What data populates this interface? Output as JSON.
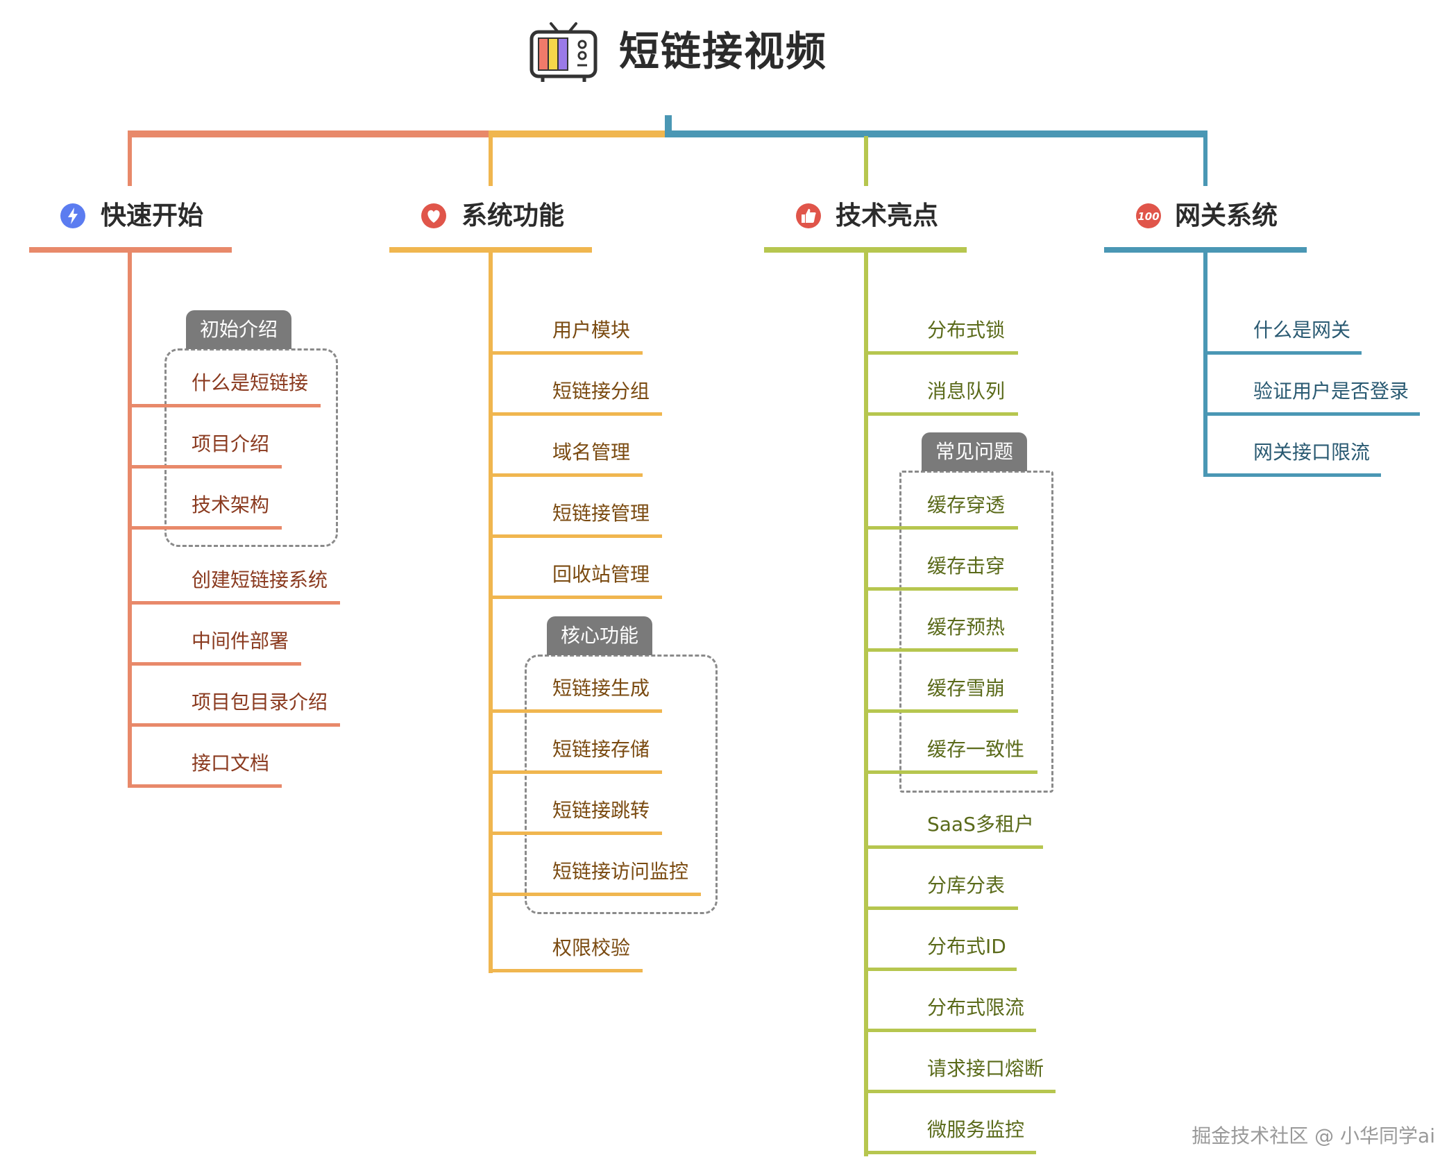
{
  "title": "短链接视频",
  "colors": {
    "orange": "#e8896a",
    "yellow": "#f0b64f",
    "green": "#b6c64f",
    "blue": "#4a97b4",
    "orange_text": "#8a3a1f",
    "yellow_text": "#7a4a10",
    "green_text": "#5a6a1a",
    "blue_text": "#2a5a72",
    "badge": "#7a7a7a"
  },
  "categories": [
    {
      "label": "快速开始",
      "icon": "lightning-icon",
      "group": {
        "label": "初始介绍",
        "items": [
          "什么是短链接",
          "项目介绍",
          "技术架构"
        ]
      },
      "items_after": [
        "创建短链接系统",
        "中间件部署",
        "项目包目录介绍",
        "接口文档"
      ]
    },
    {
      "label": "系统功能",
      "icon": "heart-icon",
      "items_before": [
        "用户模块",
        "短链接分组",
        "域名管理",
        "短链接管理",
        "回收站管理"
      ],
      "group": {
        "label": "核心功能",
        "items": [
          "短链接生成",
          "短链接存储",
          "短链接跳转",
          "短链接访问监控"
        ]
      },
      "items_after": [
        "权限校验"
      ]
    },
    {
      "label": "技术亮点",
      "icon": "thumbs-up-icon",
      "items_before": [
        "分布式锁",
        "消息队列"
      ],
      "group": {
        "label": "常见问题",
        "items": [
          "缓存穿透",
          "缓存击穿",
          "缓存预热",
          "缓存雪崩",
          "缓存一致性"
        ]
      },
      "items_after": [
        "SaaS多租户",
        "分库分表",
        "分布式ID",
        "分布式限流",
        "请求接口熔断",
        "微服务监控"
      ]
    },
    {
      "label": "网关系统",
      "icon": "hundred-icon",
      "items": [
        "什么是网关",
        "验证用户是否登录",
        "网关接口限流"
      ]
    }
  ],
  "watermark": "掘金技术社区 @ 小华同学ai"
}
